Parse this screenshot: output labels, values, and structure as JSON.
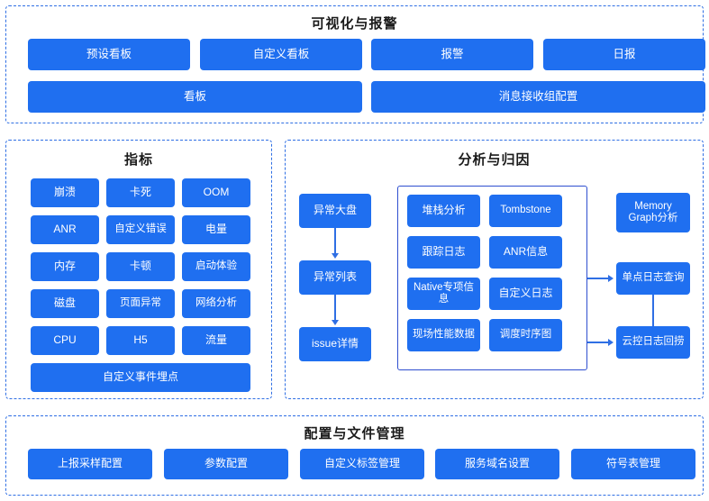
{
  "sections": {
    "visualization": {
      "title": "可视化与报警",
      "row1": [
        "预设看板",
        "自定义看板",
        "报警",
        "日报"
      ],
      "row2": [
        "看板",
        "消息接收组配置"
      ]
    },
    "metrics": {
      "title": "指标",
      "grid": [
        [
          "崩溃",
          "卡死",
          "OOM"
        ],
        [
          "ANR",
          "自定义错误",
          "电量"
        ],
        [
          "内存",
          "卡顿",
          "启动体验"
        ],
        [
          "磁盘",
          "页面异常",
          "网络分析"
        ],
        [
          "CPU",
          "H5",
          "流量"
        ]
      ],
      "wide": "自定义事件埋点"
    },
    "analysis": {
      "title": "分析与归因",
      "flow": [
        "异常大盘",
        "异常列表",
        "issue详情"
      ],
      "inner_grid": [
        [
          "堆栈分析",
          "Tombstone"
        ],
        [
          "跟踪日志",
          "ANR信息"
        ],
        [
          "Native专项信息",
          "自定义日志"
        ],
        [
          "现场性能数据",
          "调度时序图"
        ]
      ],
      "right": [
        "Memory Graph分析",
        "单点日志查询",
        "云控日志回捞"
      ]
    },
    "config": {
      "title": "配置与文件管理",
      "items": [
        "上报采样配置",
        "参数配置",
        "自定义标签管理",
        "服务域名设置",
        "符号表管理"
      ]
    }
  },
  "colors": {
    "accent": "#1f6ff0",
    "border_dashed": "#2f6fe4",
    "inner_border": "#2f4fd0",
    "text_dark": "#1a1a1a"
  }
}
